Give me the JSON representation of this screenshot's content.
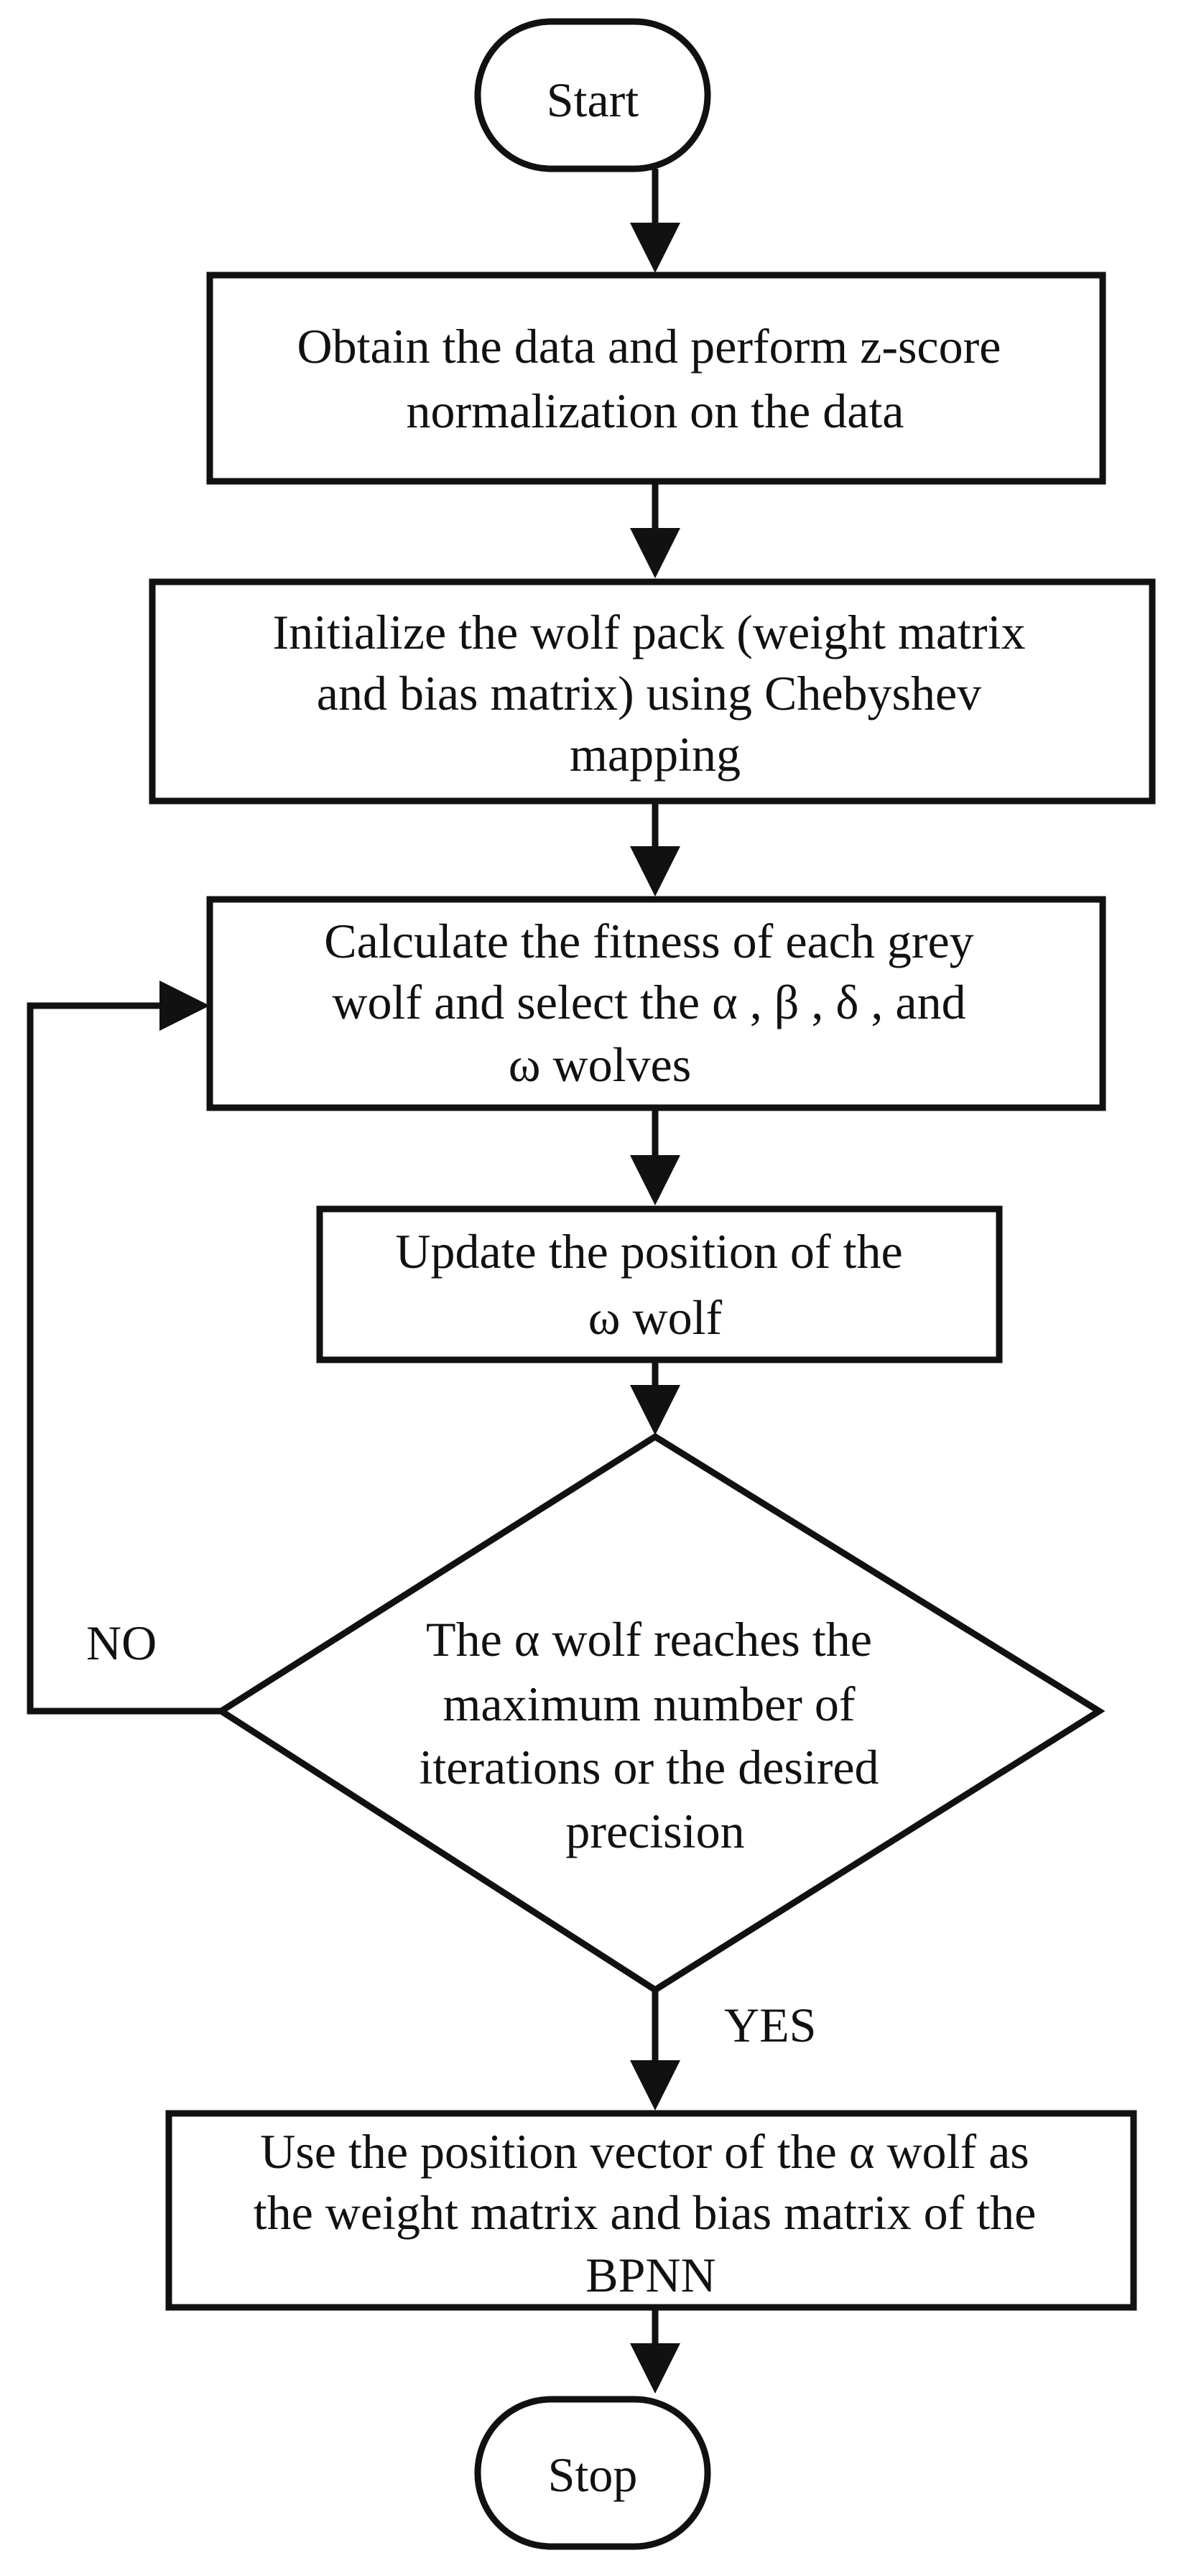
{
  "nodes": {
    "start": {
      "lines": [
        "Start"
      ]
    },
    "normalize": {
      "lines": [
        "Obtain the data and perform z-score",
        "normalization on the data"
      ]
    },
    "init": {
      "lines": [
        "Initialize the wolf pack (weight matrix",
        "and bias matrix) using Chebyshev",
        "mapping"
      ]
    },
    "fitness": {
      "lines": [
        "Calculate the fitness of each grey",
        "wolf and select the α , β , δ , and",
        "ω  wolves"
      ]
    },
    "update": {
      "lines": [
        "Update the position of the",
        "ω  wolf"
      ]
    },
    "decision": {
      "lines": [
        "The α  wolf reaches the",
        "maximum number of",
        "iterations or the desired",
        "precision"
      ]
    },
    "output": {
      "lines": [
        "Use the position vector of the α  wolf as",
        "the weight matrix and bias matrix of the",
        "BPNN"
      ]
    },
    "stop": {
      "lines": [
        "Stop"
      ]
    }
  },
  "edges": {
    "no_label": "NO",
    "yes_label": "YES"
  }
}
